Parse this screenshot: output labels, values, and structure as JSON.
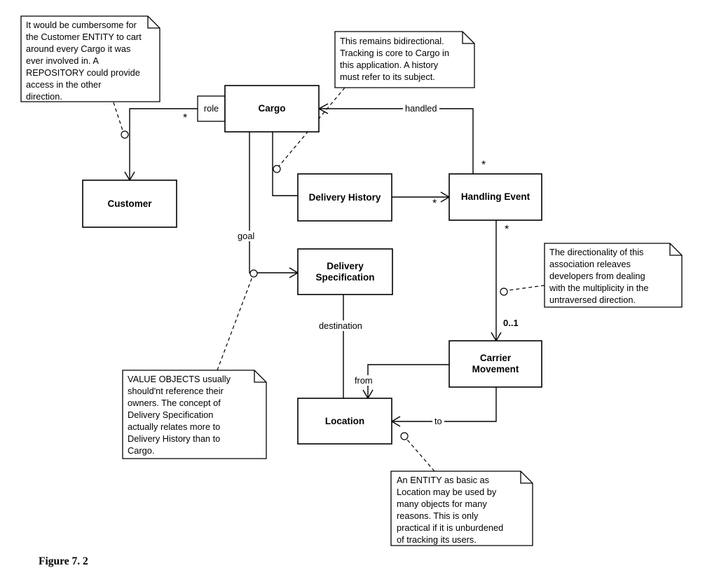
{
  "figure": {
    "caption": "Figure 7. 2"
  },
  "boxes": {
    "cargo": "Cargo",
    "customer": "Customer",
    "delivery_history": "Delivery History",
    "handling_event": "Handling Event",
    "delivery_specification": "Delivery\nSpecification",
    "carrier_movement": "Carrier\nMovement",
    "location": "Location"
  },
  "labels": {
    "role": "role",
    "handled": "handled",
    "goal": "goal",
    "destination": "destination",
    "from": "from",
    "to": "to",
    "many": "*",
    "zero_or_one": "0..1"
  },
  "notes": {
    "customer_repository": "It would be cumbersome for\nthe Customer ENTITY to cart\naround every Cargo it was\never involved in. A\nREPOSITORY could provide\naccess in the other\ndirection.",
    "bidirectional": "This remains bidirectional.\nTracking is core to Cargo in\nthis application. A history\nmust refer to its subject.",
    "directionality": "The directionality of this\nassociation releaves\ndevelopers from dealing\nwith the multiplicity in the\nuntraversed direction.",
    "value_objects": "VALUE OBJECTS usually\nshould'nt reference their\nowners. The concept of\nDelivery Specification\nactually relates more to\nDelivery History than to\nCargo.",
    "location_entity": "An ENTITY as basic as\nLocation may be used by\nmany objects for many\nreasons. This is only\npractical if it is unburdened\nof tracking its users."
  },
  "colors": {
    "stroke": "#000000",
    "background": "#ffffff"
  }
}
